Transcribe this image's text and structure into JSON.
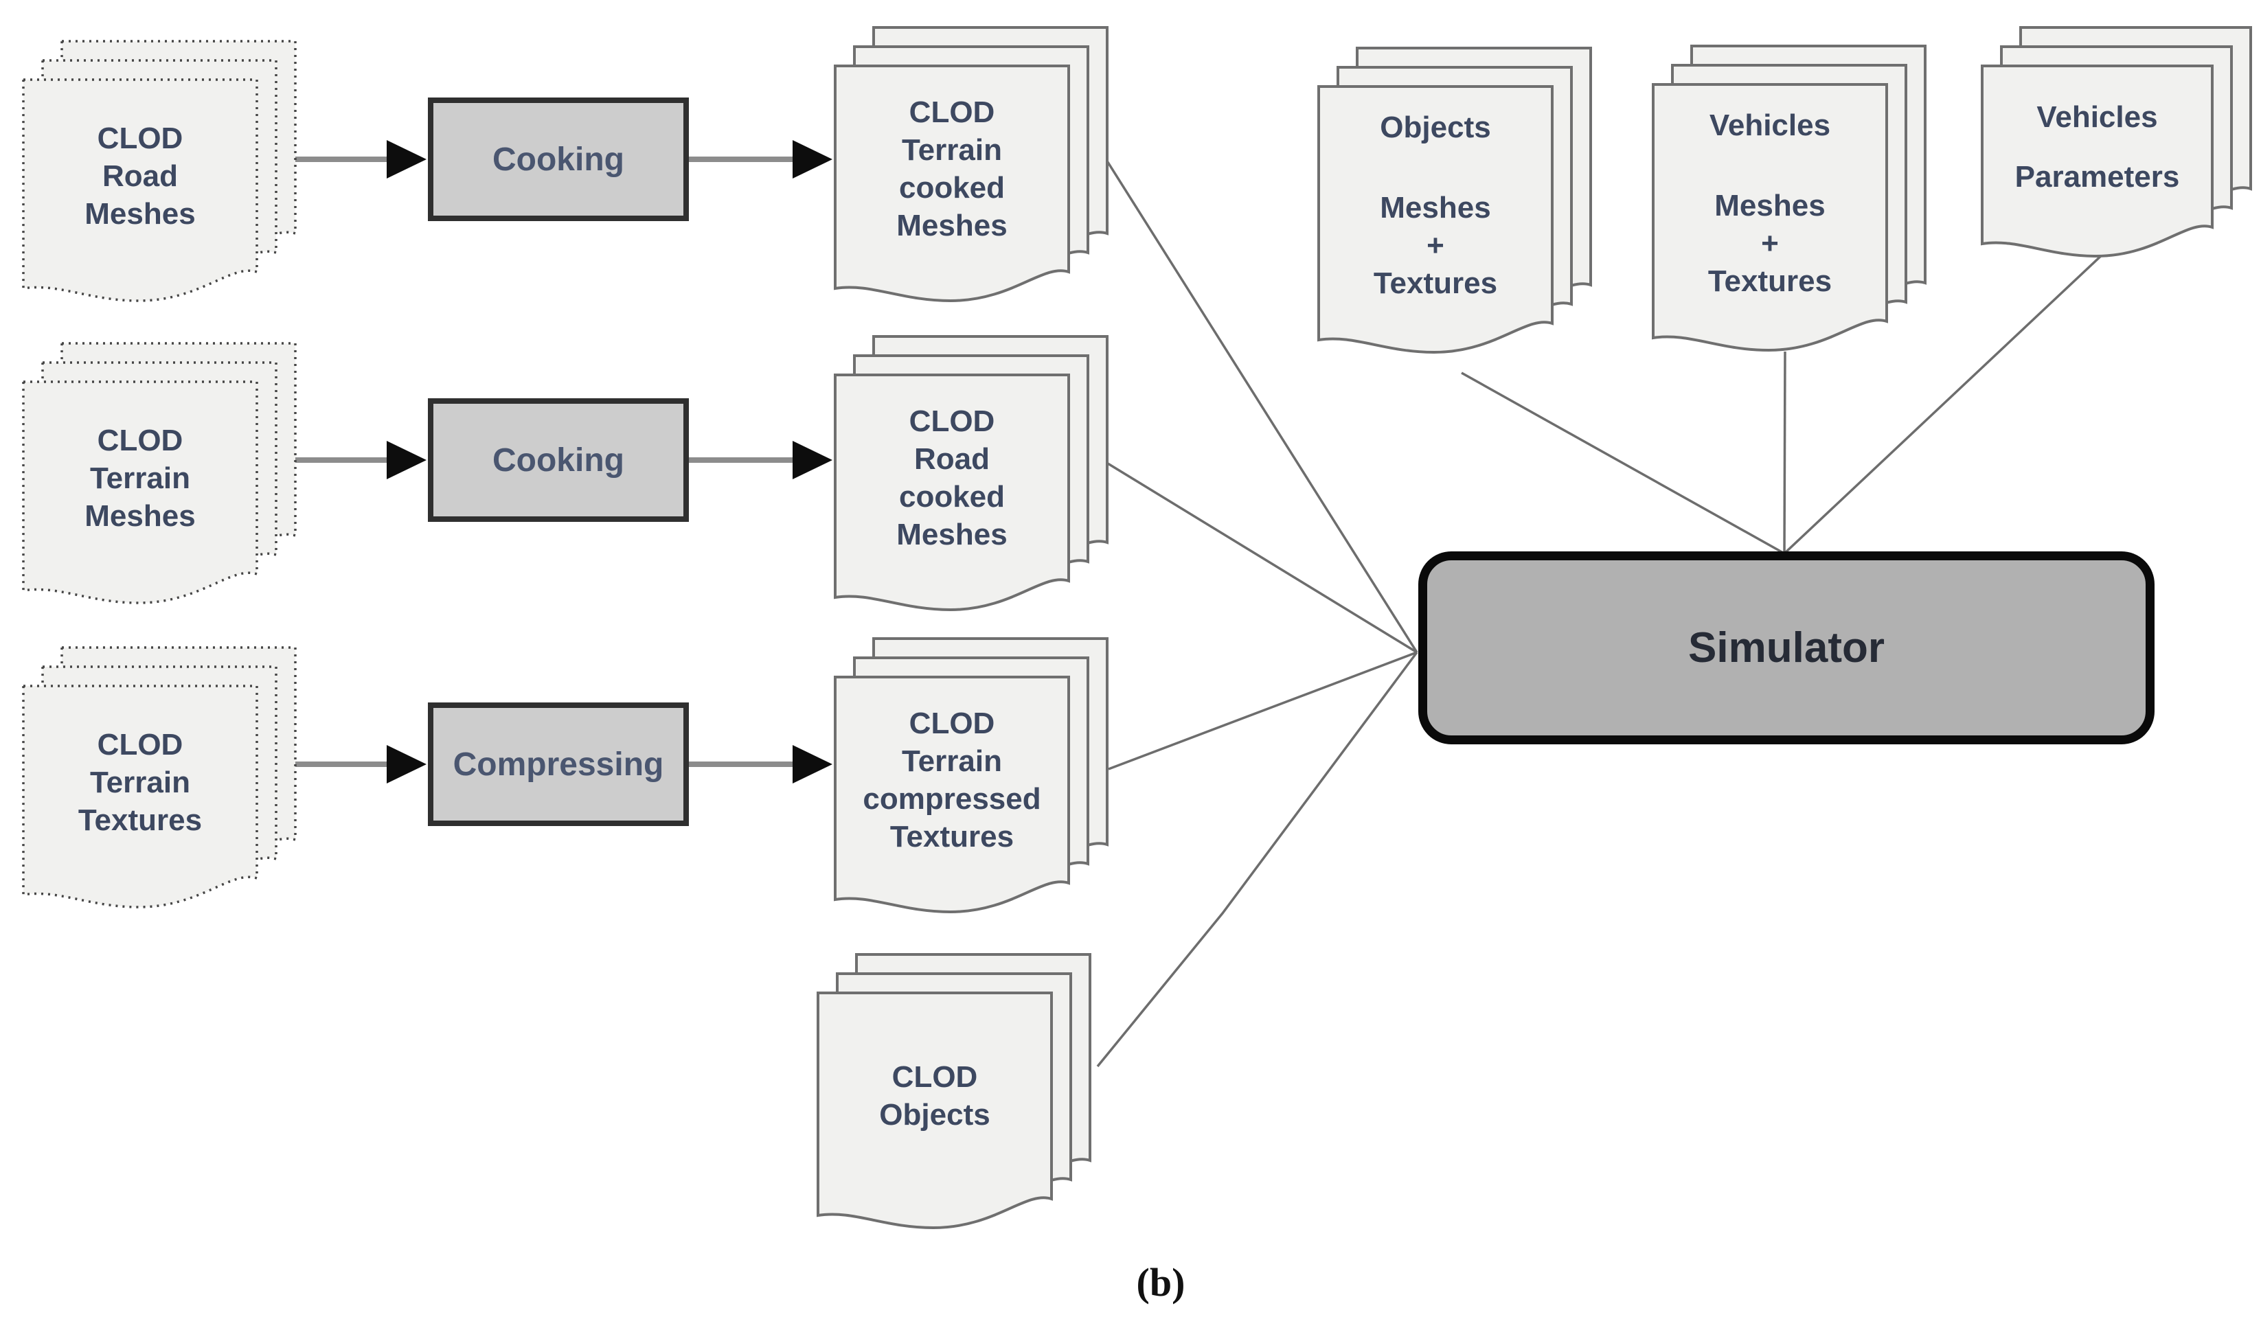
{
  "figure": {
    "caption": "(b)"
  },
  "colors": {
    "page_fill": "#f1f1ef",
    "page_stroke": "#6f6f6f",
    "dotted_page_stroke": "#454545",
    "process_fill": "#cdcdcd",
    "process_stroke": "#2f2f2f",
    "simulator_fill": "#b1b1b1",
    "simulator_stroke": "#0a0a0a",
    "connector_line": "#6d6d6d",
    "arrow_line": "#8c8c8c",
    "arrow_head": "#0d0d0d",
    "document_text": "#3d4860",
    "process_text": "#4a5670",
    "simulator_text": "#262b36"
  },
  "input_stacks": [
    {
      "id": "clod-road-meshes",
      "lines": [
        "CLOD",
        "Road",
        "Meshes"
      ]
    },
    {
      "id": "clod-terrain-meshes",
      "lines": [
        "CLOD",
        "Terrain",
        "Meshes"
      ]
    },
    {
      "id": "clod-terrain-textures",
      "lines": [
        "CLOD",
        "Terrain",
        "Textures"
      ]
    }
  ],
  "process_boxes": [
    {
      "id": "cooking-1",
      "label": "Cooking"
    },
    {
      "id": "cooking-2",
      "label": "Cooking"
    },
    {
      "id": "compressing",
      "label": "Compressing"
    }
  ],
  "output_stacks": [
    {
      "id": "clod-terrain-cooked-meshes",
      "lines": [
        "CLOD",
        "Terrain",
        "cooked",
        "Meshes"
      ]
    },
    {
      "id": "clod-road-cooked-meshes",
      "lines": [
        "CLOD",
        "Road",
        "cooked",
        "Meshes"
      ]
    },
    {
      "id": "clod-terrain-compressed-textures",
      "lines": [
        "CLOD",
        "Terrain",
        "compressed",
        "Textures"
      ]
    },
    {
      "id": "clod-objects",
      "lines": [
        "CLOD",
        "Objects"
      ]
    }
  ],
  "asset_stacks": [
    {
      "id": "objects-meshes-textures",
      "lines": [
        "Objects",
        "Meshes",
        "+",
        "Textures"
      ]
    },
    {
      "id": "vehicles-meshes-textures",
      "lines": [
        "Vehicles",
        "Meshes",
        "+",
        "Textures"
      ]
    },
    {
      "id": "vehicles-parameters",
      "lines": [
        "Vehicles",
        "Parameters"
      ]
    }
  ],
  "simulator": {
    "label": "Simulator"
  }
}
